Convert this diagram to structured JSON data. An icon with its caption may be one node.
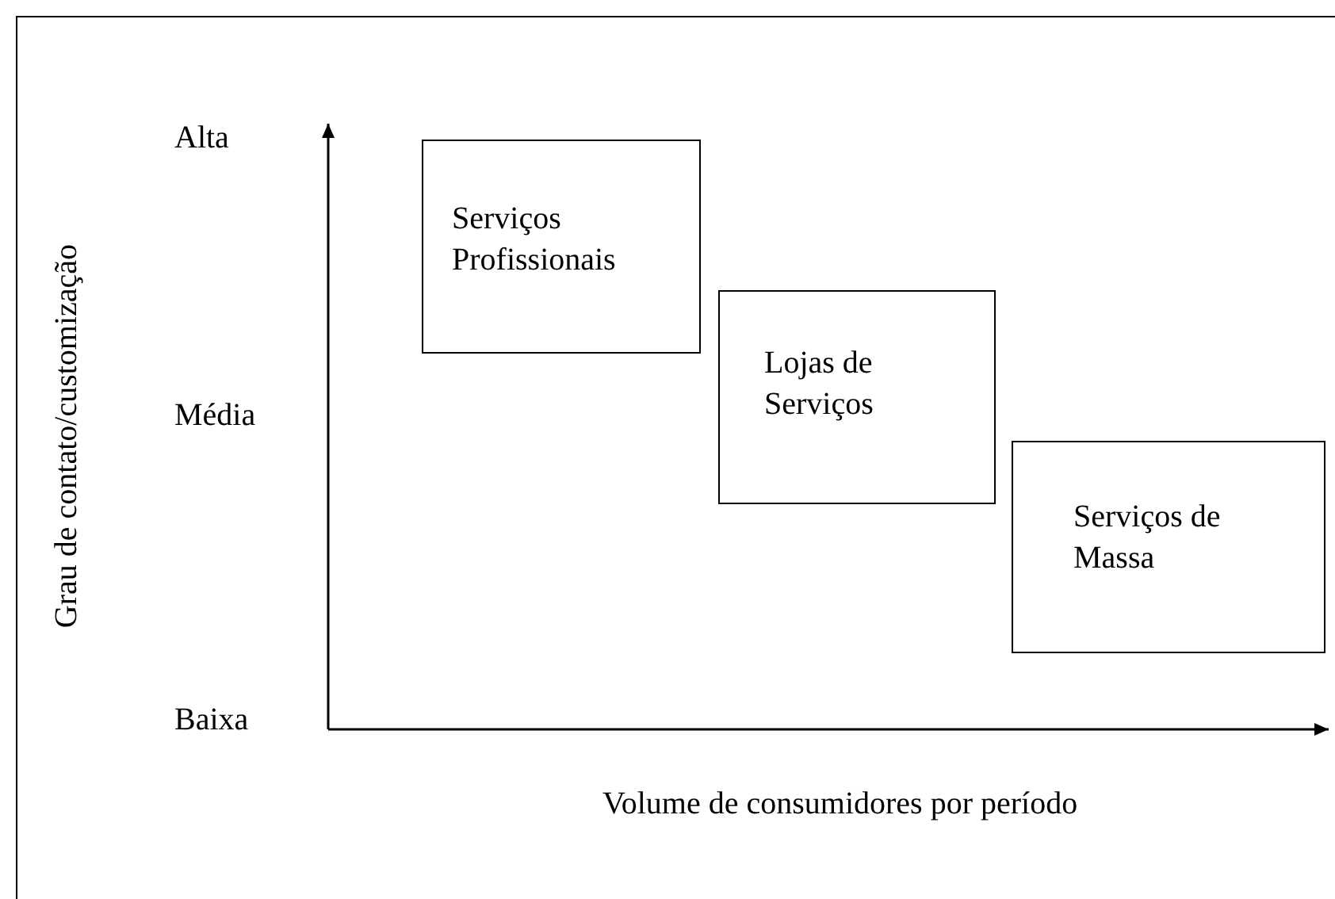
{
  "diagram": {
    "nodes": [
      {
        "text": [
          "Serviços Profissionais"
        ]
      },
      {
        "text": [
          "Lojas de Serviços"
        ]
      },
      {
        "text": [
          "Serviços de Massa"
        ]
      }
    ],
    "labels": [
      "Alta",
      "Média",
      "Baixa",
      "Grau de contato/customização",
      "Volume de consumidores por período"
    ]
  }
}
